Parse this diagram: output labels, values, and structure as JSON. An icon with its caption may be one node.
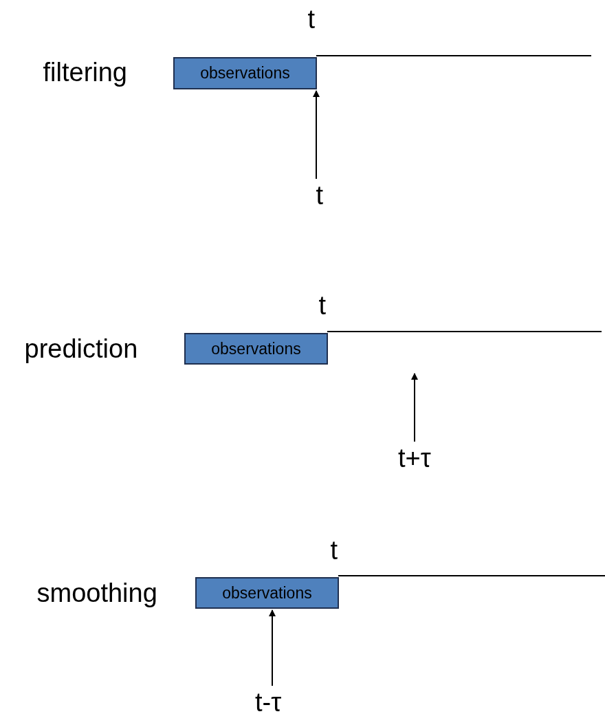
{
  "diagram": {
    "nodes": [
      {
        "text": [
          "observations"
        ]
      },
      {
        "text": [
          "t"
        ]
      },
      {
        "text": [
          "observations"
        ]
      },
      {
        "text": [
          "t+τ"
        ]
      },
      {
        "text": [
          "observations"
        ]
      },
      {
        "text": [
          "t-τ"
        ]
      }
    ],
    "edges": [
      {
        "from": 1,
        "to": 0,
        "arrow": "to"
      },
      {
        "from": 3,
        "to": null,
        "arrow": "to"
      },
      {
        "from": 5,
        "to": 4,
        "arrow": "to"
      }
    ],
    "labels": [
      "t",
      "filtering",
      "t",
      "prediction",
      "t",
      "smoothing"
    ]
  }
}
